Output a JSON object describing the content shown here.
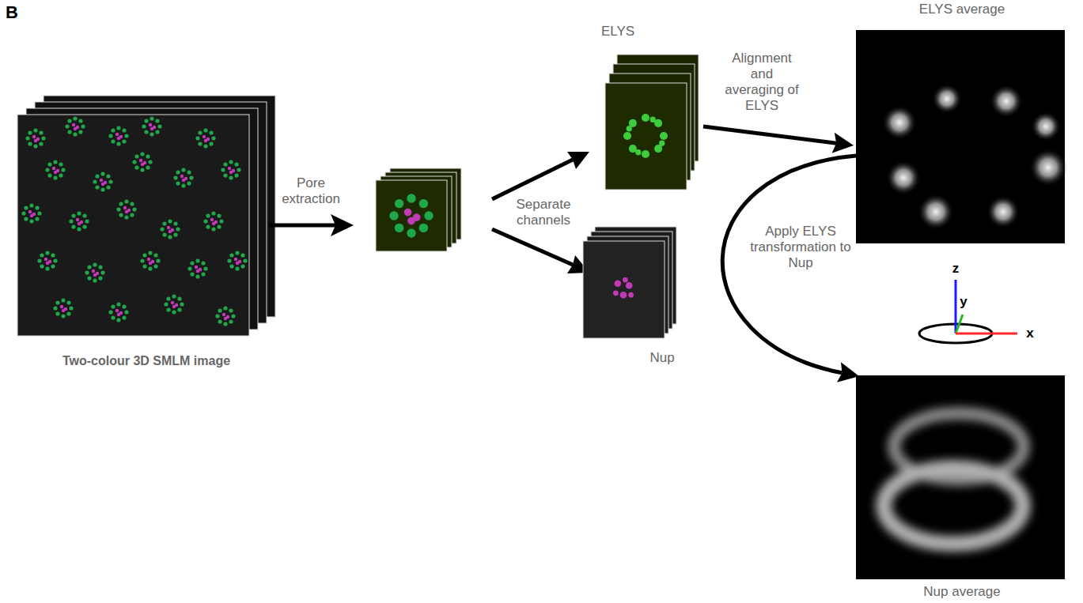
{
  "diagram": {
    "nodes": [
      {
        "text": [
          "Two-colour 3D SMLM image"
        ]
      },
      {
        "text": [
          "ELYS"
        ]
      },
      {
        "text": [
          "Nup"
        ]
      },
      {
        "text": [
          "ELYS average"
        ]
      },
      {
        "text": [
          "Nup average"
        ]
      }
    ],
    "edges": [
      {
        "from": 1,
        "to": 3,
        "arrow": "to",
        "label": "Alignment and averaging of ELYS"
      },
      {
        "from": 3,
        "to": 4,
        "arrow": "to",
        "label": "Apply ELYS transformation to Nup"
      }
    ],
    "labels": [
      "B",
      "Pore extraction",
      "Separate channels",
      "z",
      "y",
      "x"
    ]
  }
}
